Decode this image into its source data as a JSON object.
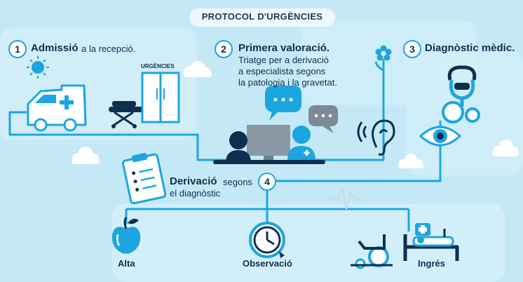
{
  "title": "PROTOCOL D'URGÈNCIES",
  "steps": [
    {
      "number": "1",
      "title": "Admissió",
      "text": "a la recepció."
    },
    {
      "number": "2",
      "title": "Primera valoració.",
      "lines": [
        "Triatge per a derivació",
        "a especialista segons",
        "la patologia i la gravetat."
      ]
    },
    {
      "number": "3",
      "title": "Diagnòstic mèdic."
    },
    {
      "number": "4",
      "title": "Derivació",
      "text": "segons",
      "line2": "el diagnòstic"
    }
  ],
  "door_sign": "URGÈNCIES",
  "outcomes": [
    "Alta",
    "Observació",
    "Ingrés"
  ],
  "colors": {
    "background": "#c4e8f6",
    "line": "#1ba6e0",
    "navy": "#0f2f4f",
    "white": "#ffffff"
  },
  "icons": [
    "ambulance-icon",
    "sun-icon",
    "stretcher-icon",
    "door-icon",
    "doctor-patient-icon",
    "speech-bubble-icon",
    "ear-icon",
    "flower-icon",
    "stethoscope-icon",
    "eye-icon",
    "clipboard-icon",
    "apple-icon",
    "clock-icon",
    "wheelchair-icon",
    "hospital-bed-icon"
  ]
}
